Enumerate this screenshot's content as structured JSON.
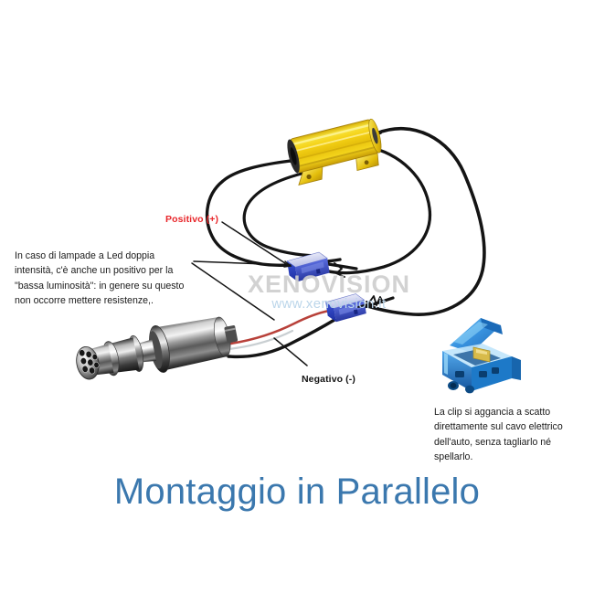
{
  "title": "Montaggio in Parallelo",
  "watermark": {
    "brand": "XENOVISION",
    "url": "www.xenovision.it"
  },
  "labels": {
    "positive": "Positivo (+)",
    "negative": "Negativo (-)"
  },
  "notes": {
    "left": "In caso di lampade a Led doppia intensità, c'è anche un positivo per la \"bassa luminosità\": in genere su questo non occorre mettere resistenze,.",
    "right": "La clip si aggancia a scatto direttamente sul cavo elettrico dell'auto, senza tagliarlo né spellarlo."
  },
  "parts": {
    "resistor": "load-resistor-gold",
    "bulb": "led-headlight-bulb",
    "clip_upper": "blue-idc-clip-upper",
    "clip_lower": "blue-idc-clip-lower",
    "clip_detail": "blue-scotchlok-clip-detail",
    "wire_black": "black-wire",
    "wire_red": "red-wire",
    "squiggle": "resistor-squiggle-mark"
  },
  "colors": {
    "title_blue": "#3b78ae",
    "positive_red": "#e8262a",
    "negative_black": "#141414",
    "resistor_gold": "#f2d013",
    "clip_blue": "#2f4fd0",
    "clip_detail_blue": "#2f8fe0",
    "wire_black": "#111111",
    "wire_red": "#c0392b",
    "background": "#ffffff"
  }
}
